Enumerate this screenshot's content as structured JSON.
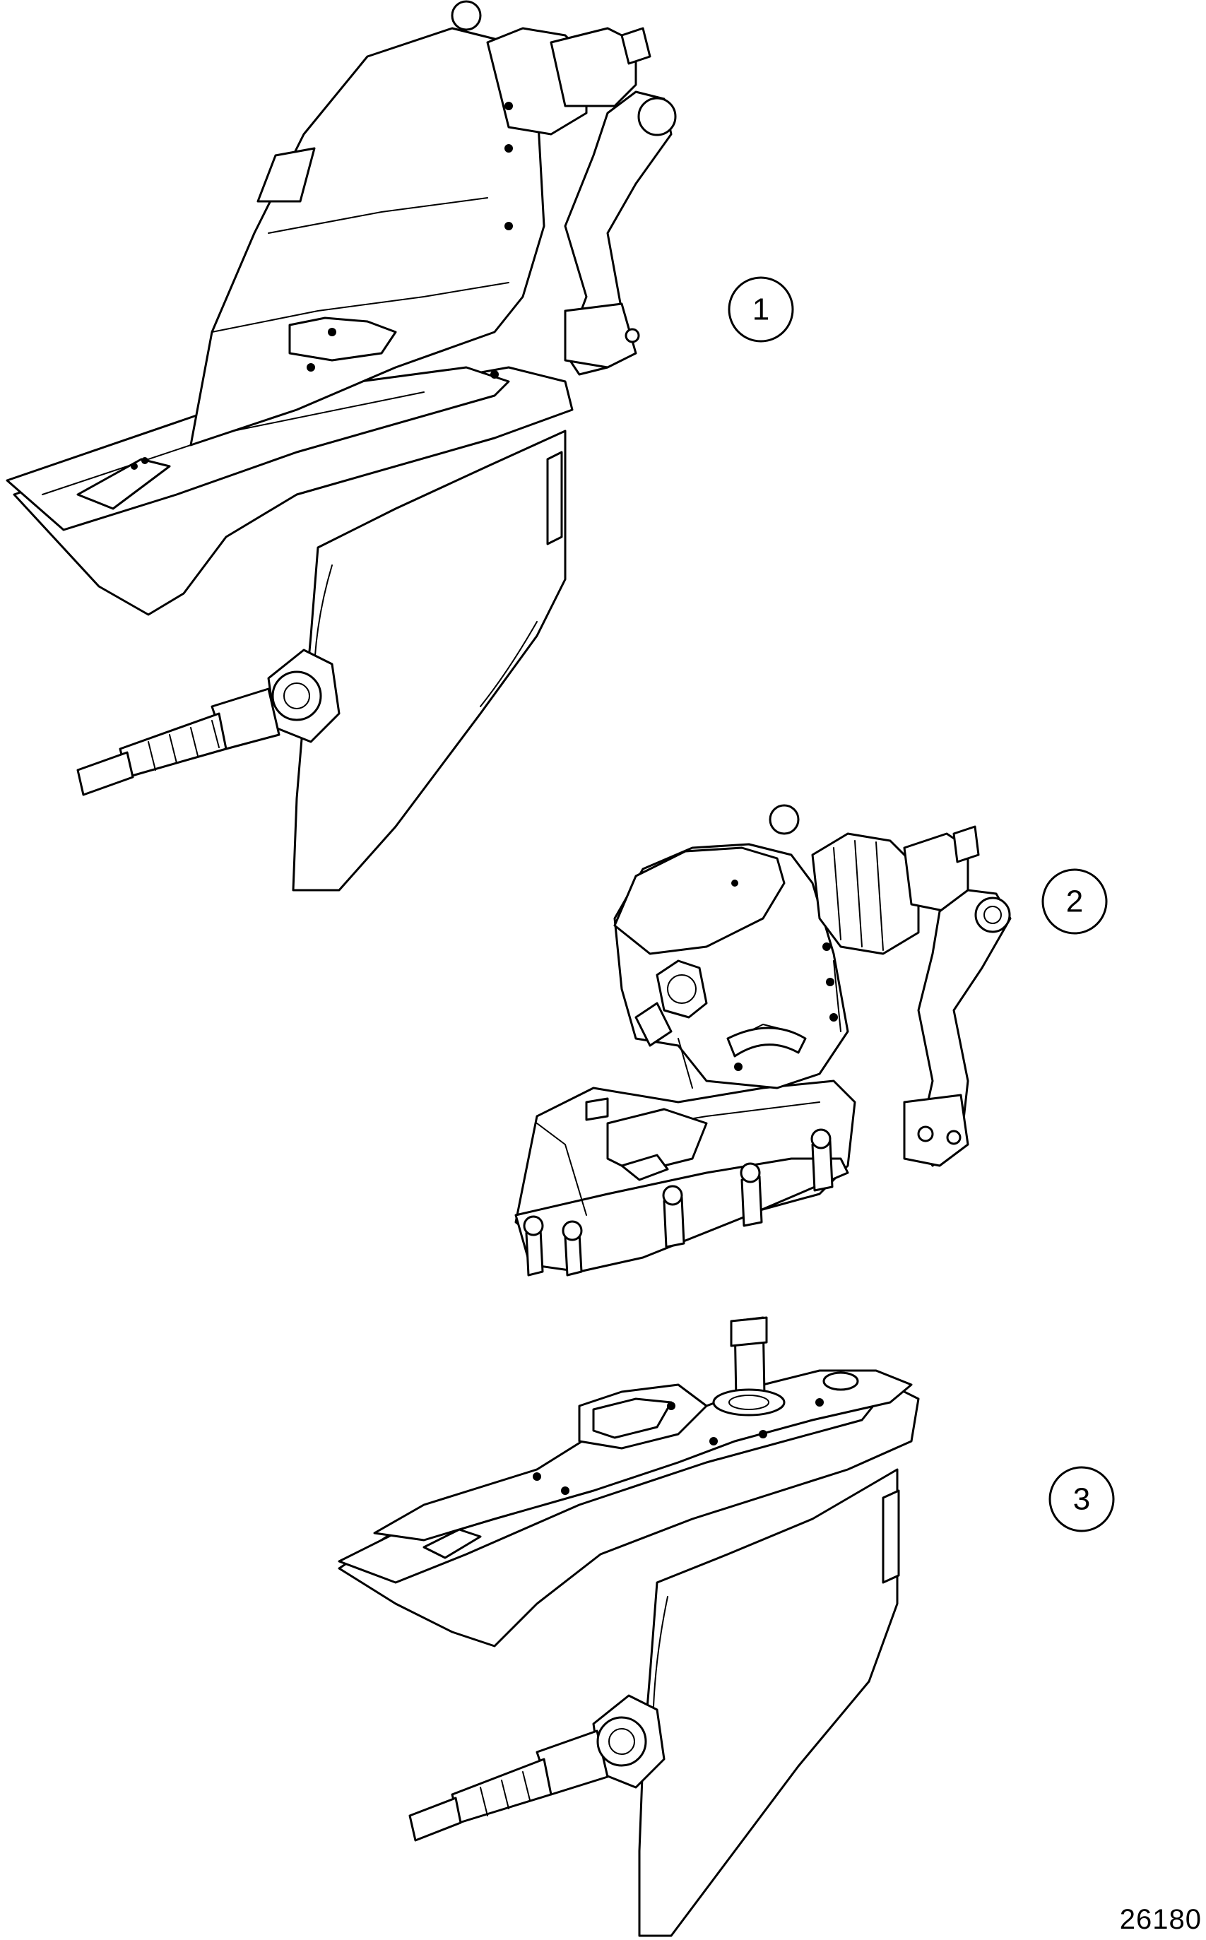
{
  "callouts": [
    {
      "label": "1"
    },
    {
      "label": "2"
    },
    {
      "label": "3"
    }
  ],
  "figure_id": "26180",
  "line_color": "#000000",
  "background": "#ffffff"
}
